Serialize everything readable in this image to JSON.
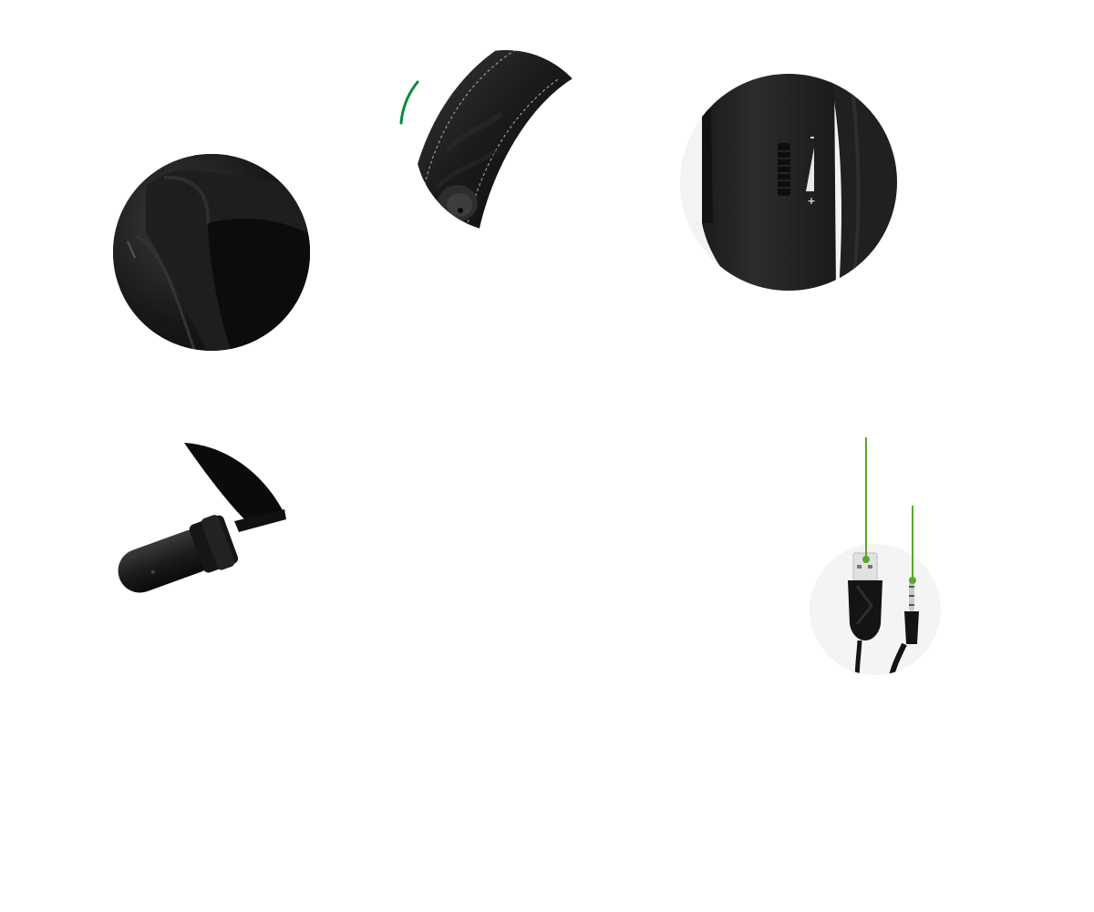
{
  "features": [
    {
      "id": "headband",
      "icon": "leather-headband-icon"
    },
    {
      "id": "ear-cushion",
      "icon": "leather-ear-cushion-icon"
    },
    {
      "id": "volume-control",
      "icon": "volume-wheel-icon"
    },
    {
      "id": "microphone",
      "icon": "boom-microphone-icon"
    },
    {
      "id": "connectors",
      "icon": "usb-and-audio-jack-icon"
    }
  ],
  "volume_control": {
    "minus_label": "-",
    "plus_label": "+"
  },
  "colors": {
    "accent": "#5aa82a",
    "accent_dark": "#0a8a3a",
    "product_black": "#141414",
    "product_dark": "#262626",
    "circle_bg": "#f3f3f3"
  }
}
